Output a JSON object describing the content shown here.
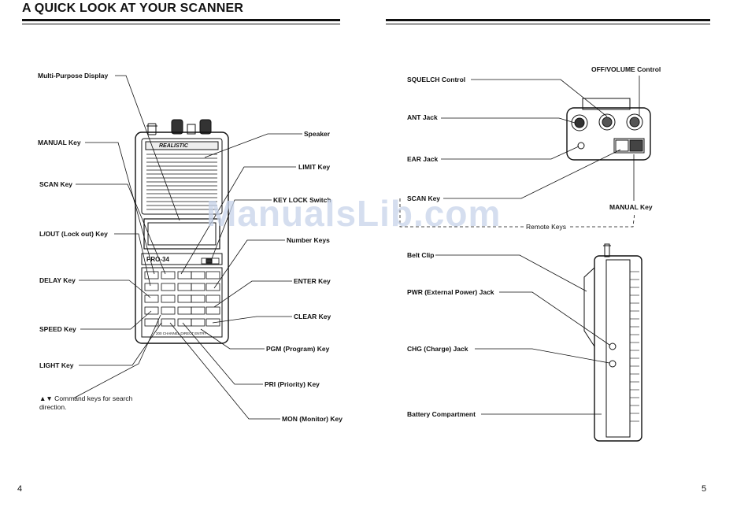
{
  "page": {
    "title": "A QUICK LOOK AT YOUR SCANNER",
    "page_left": "4",
    "page_right": "5",
    "watermark": "ManualsLib.com"
  },
  "front_view": {
    "labels": {
      "multi_purpose_display": "Multi-Purpose Display",
      "manual_key": "MANUAL Key",
      "scan_key": "SCAN Key",
      "lockout_key": "L/OUT (Lock out) Key",
      "delay_key": "DELAY Key",
      "speed_key": "SPEED Key",
      "light_key": "LIGHT Key",
      "command_note": "▲▼ Command keys for search direction.",
      "speaker": "Speaker",
      "limit_key": "LIMIT Key",
      "key_lock_switch": "KEY LOCK Switch",
      "number_keys": "Number Keys",
      "enter_key": "ENTER Key",
      "clear_key": "CLEAR Key",
      "pgm_key": "PGM (Program) Key",
      "pri_key": "PRI (Priority) Key",
      "mon_key": "MON (Monitor) Key"
    },
    "device_text": {
      "brand": "REALISTIC",
      "model": "PRO-34",
      "footer": "200 CHANNEL DIRECT ENTRY"
    }
  },
  "top_view": {
    "labels": {
      "squelch_control": "SQUELCH Control",
      "ant_jack": "ANT Jack",
      "ear_jack": "EAR Jack",
      "scan_key": "SCAN Key",
      "off_volume_control": "OFF/VOLUME Control",
      "manual_key": "MANUAL Key",
      "remote_keys": "Remote Keys"
    }
  },
  "side_view": {
    "labels": {
      "belt_clip": "Belt Clip",
      "pwr_jack": "PWR (External Power) Jack",
      "chg_jack": "CHG (Charge) Jack",
      "battery_compartment": "Battery Compartment"
    }
  }
}
